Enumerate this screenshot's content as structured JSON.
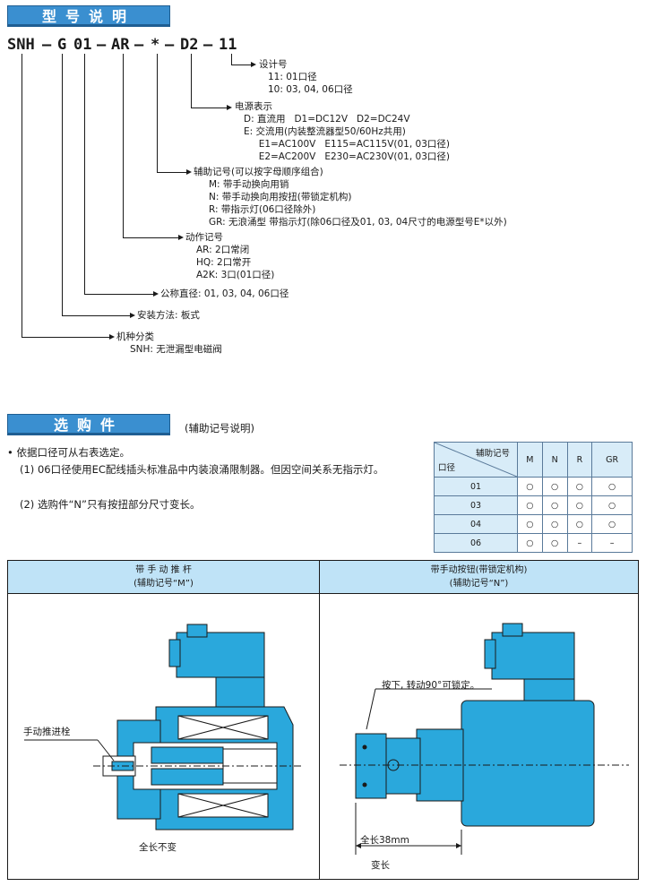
{
  "section1": {
    "title": "型号说明"
  },
  "model_code": {
    "parts": [
      "SNH",
      "–",
      "G",
      "01",
      "–",
      "AR",
      "–",
      "*",
      "–",
      "D2",
      "–",
      "11"
    ]
  },
  "descriptions": {
    "design": {
      "title": "设计号",
      "lines": [
        "11: 01口径",
        "10: 03, 04, 06口径"
      ]
    },
    "power": {
      "title": "电源表示",
      "lines": [
        "D: 直流用   D1=DC12V   D2=DC24V",
        "E: 交流用(内装整流器型50/60Hz共用)",
        "     E1=AC100V   E115=AC115V(01, 03口径)",
        "     E2=AC200V   E230=AC230V(01, 03口径)"
      ]
    },
    "aux": {
      "title": "辅助记号(可以按字母顺序组合)",
      "lines": [
        "M: 带手动换向用销",
        "N: 带手动换向用按扭(带锁定机构)",
        "R: 带指示灯(06口径除外)",
        "GR: 无浪涌型 带指示灯(除06口径及01, 03, 04尺寸的电源型号E*以外)"
      ]
    },
    "action": {
      "title": "动作记号",
      "lines": [
        "AR: 2口常闭",
        "HQ: 2口常开",
        "A2K: 3口(01口径)"
      ]
    },
    "size": {
      "title": "公称直径: 01, 03, 04, 06口径"
    },
    "mount": {
      "title": "安装方法: 板式"
    },
    "type": {
      "title": "机种分类",
      "lines": [
        "SNH: 无泄漏型电磁阀"
      ]
    }
  },
  "section2": {
    "title": "选购件",
    "subtitle": "(辅助记号说明)"
  },
  "notes": {
    "bullet": "• 依据口径可从右表选定。",
    "n1": "(1) 06口径使用EC配线插头标准品中内装浪涌限制器。但因空间关系无指示灯。",
    "n2": "(2) 选购件“N”只有按扭部分尺寸变长。"
  },
  "option_table": {
    "header_top": "辅助记号",
    "header_left": "口径",
    "columns": [
      "M",
      "N",
      "R",
      "GR"
    ],
    "rows": [
      {
        "size": "01",
        "cells": [
          "○",
          "○",
          "○",
          "○"
        ]
      },
      {
        "size": "03",
        "cells": [
          "○",
          "○",
          "○",
          "○"
        ]
      },
      {
        "size": "04",
        "cells": [
          "○",
          "○",
          "○",
          "○"
        ]
      },
      {
        "size": "06",
        "cells": [
          "○",
          "○",
          "–",
          "–"
        ]
      }
    ]
  },
  "panel_left": {
    "title": "带 手 动 推 杆",
    "subtitle": "(辅助记号“M”)",
    "label_pin": "手动推进栓",
    "label_length": "全长不变"
  },
  "panel_right": {
    "title": "带手动按钮(带锁定机构)",
    "subtitle": "(辅助记号“N”)",
    "label_press": "按下, 转动90°可锁定。",
    "label_dim": "全长38mm",
    "label_change": "变长"
  },
  "colors": {
    "accent": "#3a8fd0",
    "body": "#2aa8dc",
    "panel_head": "#bfe3f7"
  }
}
